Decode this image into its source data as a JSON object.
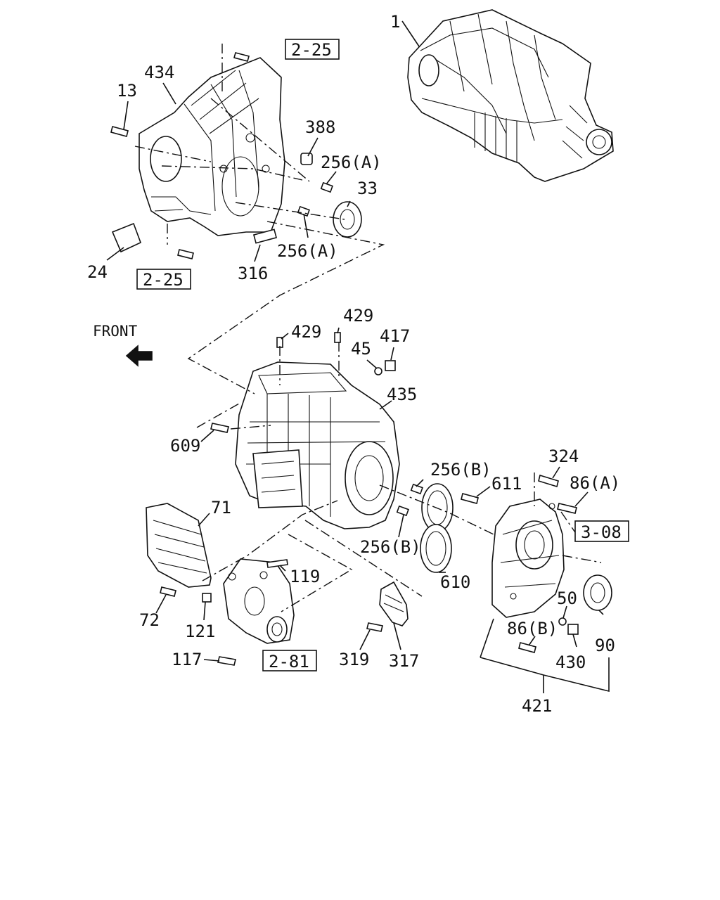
{
  "front_label": "FRONT",
  "labels": {
    "l1": "1",
    "l434": "434",
    "l13": "13",
    "l388": "388",
    "l256a_1": "256(A)",
    "l33": "33",
    "l256a_2": "256(A)",
    "l24": "24",
    "l316": "316",
    "l429_1": "429",
    "l429_2": "429",
    "l45": "45",
    "l417": "417",
    "l435": "435",
    "l609": "609",
    "l256b_1": "256(B)",
    "l611": "611",
    "l324": "324",
    "l86a": "86(A)",
    "l71": "71",
    "l256b_2": "256(B)",
    "l119": "119",
    "l610": "610",
    "l50": "50",
    "l72": "72",
    "l121": "121",
    "l86b": "86(B)",
    "l90": "90",
    "l117": "117",
    "l319": "319",
    "l317": "317",
    "l430": "430",
    "l421": "421"
  },
  "refs": {
    "r225_top": "2-25",
    "r225_bottom": "2-25",
    "r308": "3-08",
    "r281": "2-81"
  }
}
